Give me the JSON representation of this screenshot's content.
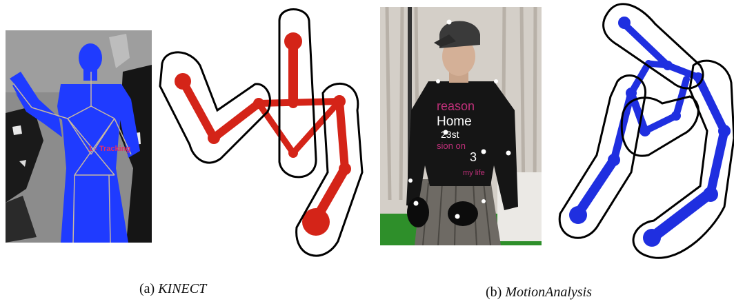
{
  "figure": {
    "panels": [
      {
        "label": "(a)",
        "name": "KINECT",
        "depth_image": {
          "overlay_text": "1 - Tracking",
          "colors": {
            "background": "#8a8a8a",
            "body": "#1f3bff",
            "skeleton_lines": "#c8b8a0",
            "overlay_text": "#e0306a"
          }
        },
        "skeleton_color": "#d42418"
      },
      {
        "label": "(b)",
        "name": "MotionAnalysis",
        "photo": {
          "shirt_text": [
            "reason",
            "Home",
            "23st",
            "sion on",
            "3",
            "my life"
          ],
          "colors": {
            "curtain": "#cfc9c2",
            "shirt": "#151515",
            "floor": "#2e8f2a",
            "markers": "#ffffff"
          }
        },
        "skeleton_color": "#1f2fe0"
      }
    ],
    "outline_color": "#000000"
  }
}
